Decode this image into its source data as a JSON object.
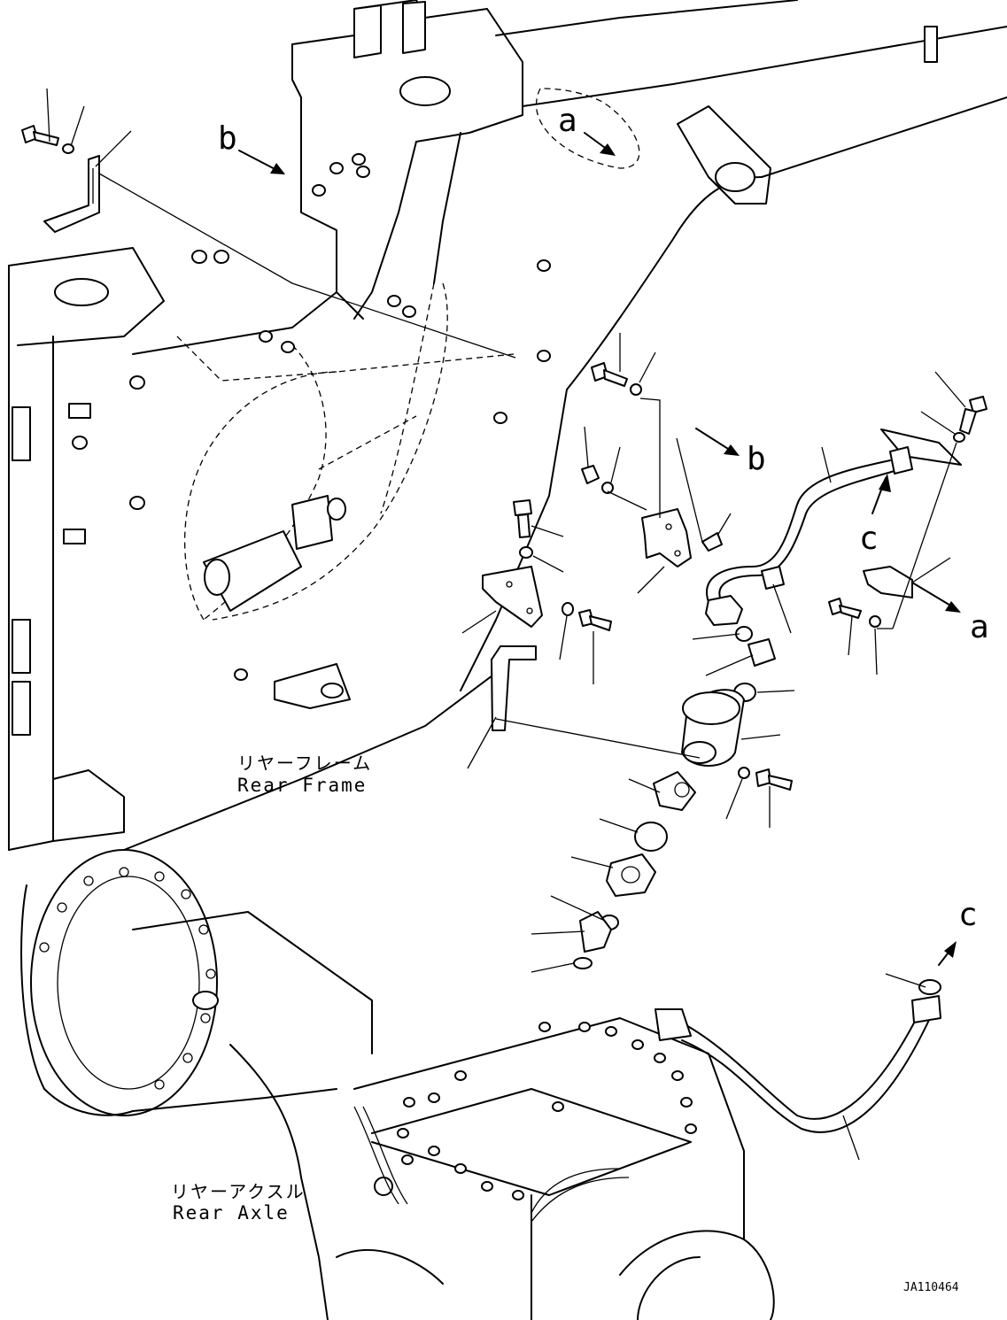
{
  "labels": {
    "letter_a": "a",
    "letter_b": "b",
    "letter_c": "c",
    "rear_frame_jp": "リヤーフレーム",
    "rear_frame_en": "Rear Frame",
    "rear_axle_jp": "リヤーアクスル",
    "rear_axle_en": "Rear Axle",
    "drawing_code": "JA110464"
  }
}
